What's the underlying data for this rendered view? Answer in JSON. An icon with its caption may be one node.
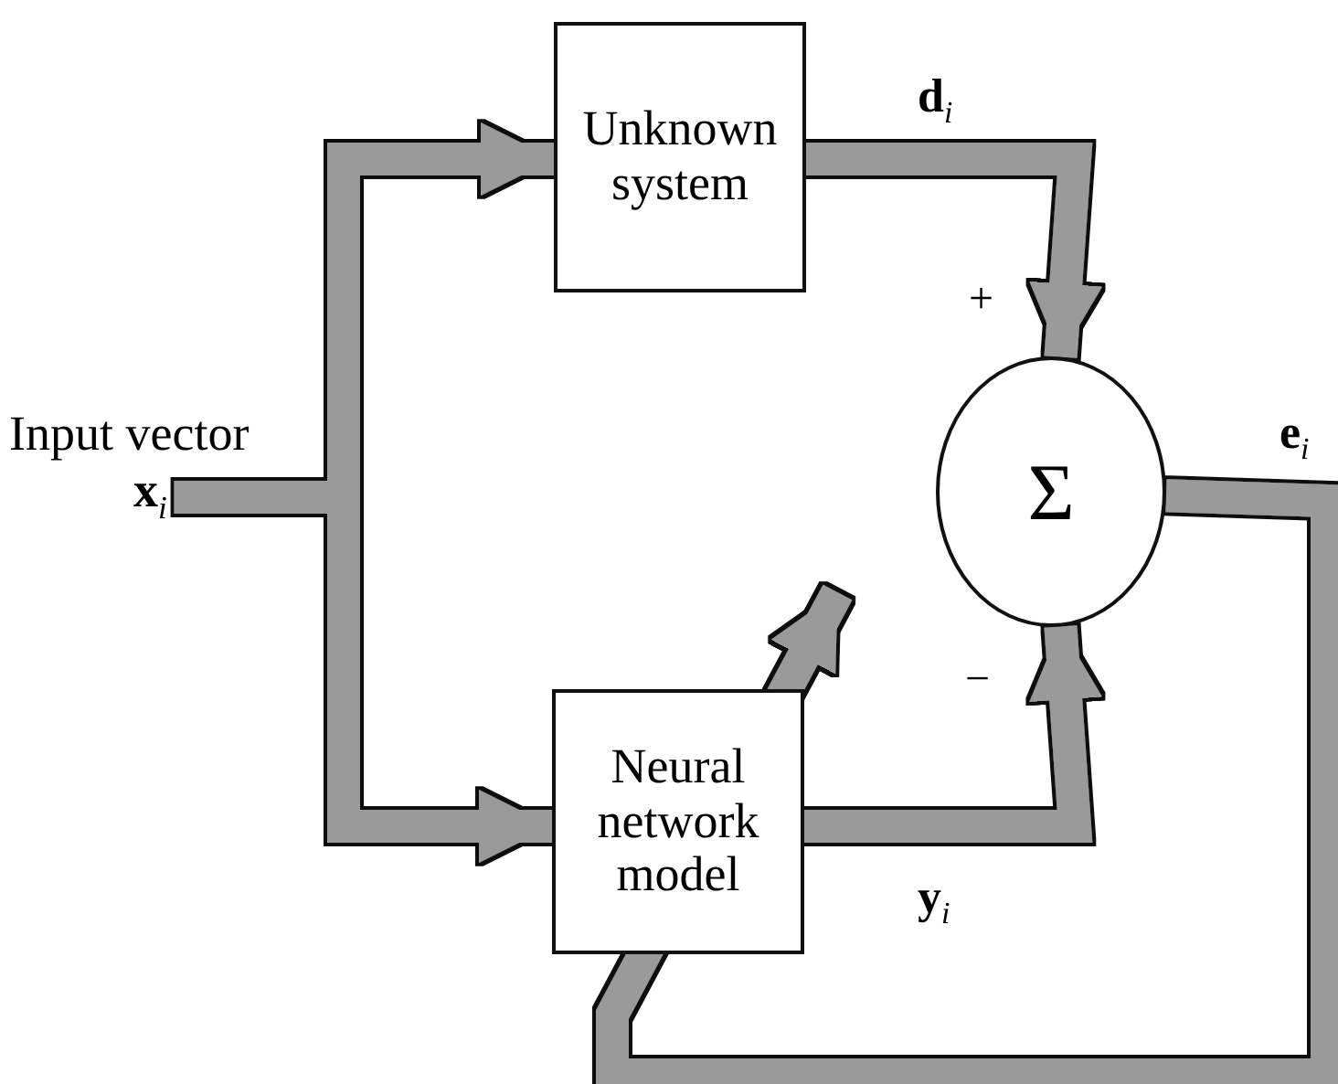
{
  "diagram": {
    "nodes": [
      {
        "text": [
          "Input vector",
          "**x**$_{i}$"
        ]
      },
      {
        "text": [
          "Unknown system"
        ]
      },
      {
        "text": [
          "Neural network model"
        ]
      },
      {
        "text": [
          "Σ"
        ]
      }
    ],
    "edges": [
      {
        "from": 0,
        "to": 1,
        "arrow": "to"
      },
      {
        "from": 0,
        "to": 2,
        "arrow": "to"
      },
      {
        "from": 1,
        "to": 3,
        "arrow": "to",
        "label": "**d**$_{i}$"
      },
      {
        "from": 2,
        "to": 3,
        "arrow": "to",
        "label": "**y**$_{i}$"
      },
      {
        "from": 3,
        "to": 2,
        "arrow": "to",
        "label": "**e**$_{i}$"
      }
    ],
    "labels": [
      "+",
      "−"
    ]
  }
}
